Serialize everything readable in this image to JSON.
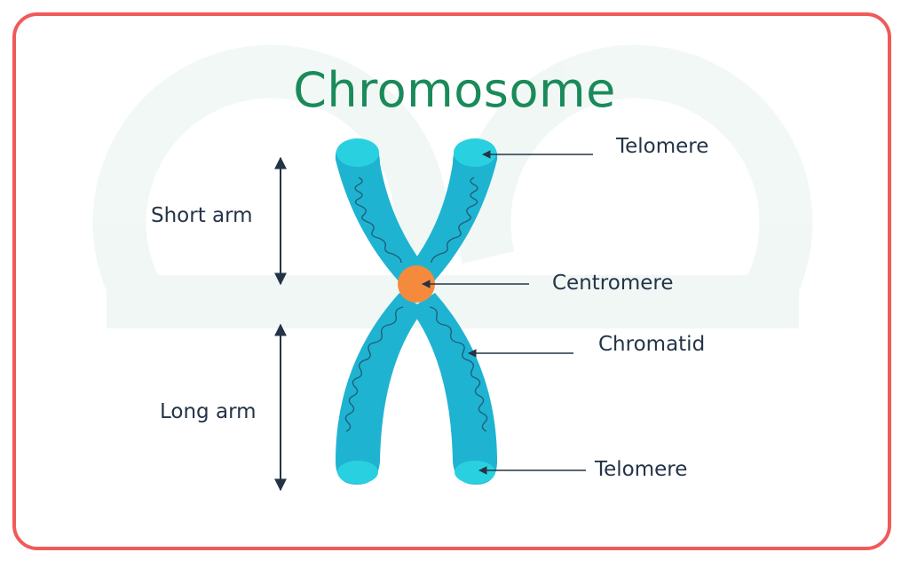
{
  "title": "Chromosome",
  "labels": {
    "short_arm": "Short arm",
    "long_arm": "Long arm",
    "telomere_top": "Telomere",
    "centromere": "Centromere",
    "chromatid": "Chromatid",
    "telomere_bottom": "Telomere"
  },
  "colors": {
    "border": "#f05a5a",
    "title": "#1a8a5b",
    "chromatid_body": "#1fb3d2",
    "chromatid_tip": "#29d1e0",
    "centromere": "#f58a3c",
    "text": "#243447"
  }
}
